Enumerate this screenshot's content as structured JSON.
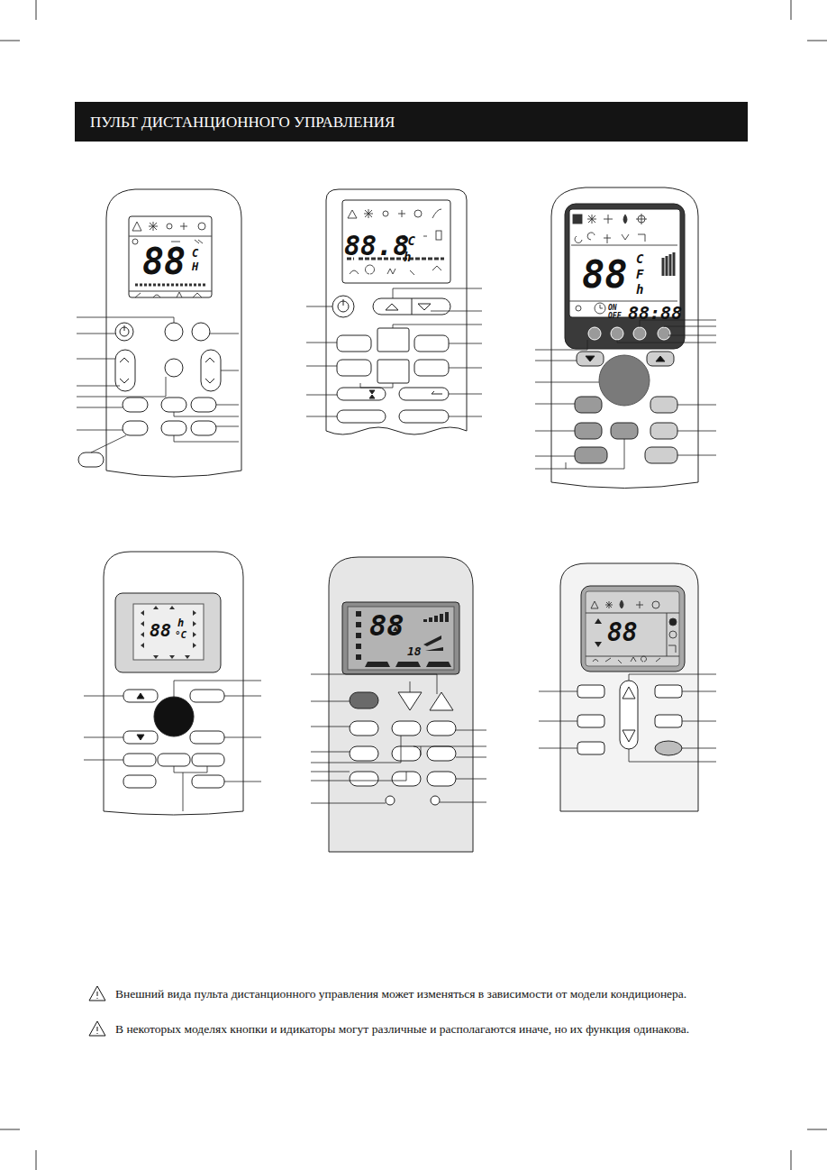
{
  "diagram": {
    "title": "ПУЛЬТ ДИСТАНЦИОННОГО УПРАВЛЕНИЯ",
    "labels": [
      "88",
      "C",
      "H",
      "88.8",
      "°C",
      "h",
      "88",
      "C",
      "F",
      "h",
      "ON",
      "OFF",
      "88:88",
      "88",
      "h",
      "°C",
      "88",
      "18",
      "88",
      "Внешний вида пульта дистанционного управления может изменяться в зависимости от модели кондиционера.",
      "В некоторых моделях кнопки и идикаторы могут различные и располагаются иначе, но их функция одинакова."
    ]
  }
}
